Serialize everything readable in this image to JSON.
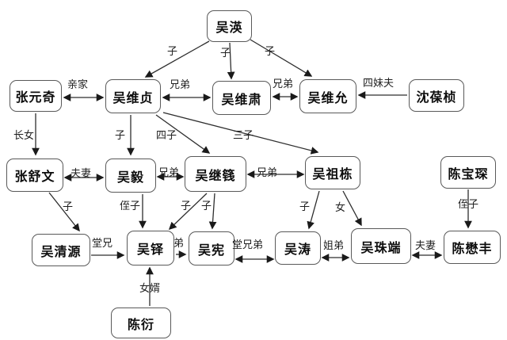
{
  "diagram": {
    "type": "family-tree",
    "background_color": "#ffffff",
    "box_border_color": "#595959",
    "line_color": "#2e2e2e",
    "text_color": "#0d0d0d"
  },
  "nodes": [
    {
      "id": "wu-ying",
      "label": "吴渶"
    },
    {
      "id": "zhang-yuanqi",
      "label": "张元奇"
    },
    {
      "id": "wu-weizhen",
      "label": "吴维贞"
    },
    {
      "id": "wu-weisu",
      "label": "吴维肃"
    },
    {
      "id": "wu-weiyun",
      "label": "吴维允"
    },
    {
      "id": "shen-baozhen",
      "label": "沈葆桢"
    },
    {
      "id": "zhang-shuwen",
      "label": "张舒文"
    },
    {
      "id": "wu-yi",
      "label": "吴毅"
    },
    {
      "id": "wu-jijian",
      "label": "吴继篯"
    },
    {
      "id": "wu-zudong",
      "label": "吴祖栋"
    },
    {
      "id": "chen-baochen",
      "label": "陈宝琛"
    },
    {
      "id": "wu-qingyuan",
      "label": "吴清源"
    },
    {
      "id": "wu-duo",
      "label": "吴铎"
    },
    {
      "id": "wu-xian",
      "label": "吴宪"
    },
    {
      "id": "wu-tao",
      "label": "吴涛"
    },
    {
      "id": "wu-zhuduan",
      "label": "吴珠端"
    },
    {
      "id": "chen-maofeng",
      "label": "陈懋丰"
    },
    {
      "id": "chen-yan",
      "label": "陈衍"
    }
  ],
  "edges": [
    {
      "id": "ying-weizhen",
      "from": "wu-ying",
      "to": "wu-weizhen",
      "label": "子",
      "arrow": "end"
    },
    {
      "id": "ying-weisu",
      "from": "wu-ying",
      "to": "wu-weisu",
      "label": "子",
      "arrow": "end"
    },
    {
      "id": "ying-weiyun",
      "from": "wu-ying",
      "to": "wu-weiyun",
      "label": "子",
      "arrow": "end"
    },
    {
      "id": "yuanqi-weizhen",
      "from": "zhang-yuanqi",
      "to": "wu-weizhen",
      "label": "亲家",
      "arrow": "both"
    },
    {
      "id": "weizhen-weisu",
      "from": "wu-weizhen",
      "to": "wu-weisu",
      "label": "兄弟",
      "arrow": "both"
    },
    {
      "id": "weisu-weiyun",
      "from": "wu-weisu",
      "to": "wu-weiyun",
      "label": "兄弟",
      "arrow": "both"
    },
    {
      "id": "baozhen-weiyun",
      "from": "shen-baozhen",
      "to": "wu-weiyun",
      "label": "四妹夫",
      "arrow": "end"
    },
    {
      "id": "yuanqi-shuwen",
      "from": "zhang-yuanqi",
      "to": "zhang-shuwen",
      "label": "长女",
      "arrow": "end"
    },
    {
      "id": "weizhen-yi",
      "from": "wu-weizhen",
      "to": "wu-yi",
      "label": "子",
      "arrow": "end"
    },
    {
      "id": "weizhen-jijian",
      "from": "wu-weizhen",
      "to": "wu-jijian",
      "label": "四子",
      "arrow": "end"
    },
    {
      "id": "weizhen-zudong",
      "from": "wu-weizhen",
      "to": "wu-zudong",
      "label": "三子",
      "arrow": "end"
    },
    {
      "id": "shuwen-yi",
      "from": "zhang-shuwen",
      "to": "wu-yi",
      "label": "夫妻",
      "arrow": "both"
    },
    {
      "id": "yi-jijian",
      "from": "wu-yi",
      "to": "wu-jijian",
      "label": "兄弟",
      "arrow": "both"
    },
    {
      "id": "jijian-zudong",
      "from": "wu-jijian",
      "to": "wu-zudong",
      "label": "兄弟",
      "arrow": "both"
    },
    {
      "id": "shuwen-qingyuan",
      "from": "zhang-shuwen",
      "to": "wu-qingyuan",
      "label": "子",
      "arrow": "end"
    },
    {
      "id": "yi-duo",
      "from": "wu-yi",
      "to": "wu-duo",
      "label": "侄子",
      "arrow": "end"
    },
    {
      "id": "jijian-duo",
      "from": "wu-jijian",
      "to": "wu-duo",
      "label": "子",
      "arrow": "end"
    },
    {
      "id": "jijian-xian",
      "from": "wu-jijian",
      "to": "wu-xian",
      "label": "子",
      "arrow": "end"
    },
    {
      "id": "zudong-tao",
      "from": "wu-zudong",
      "to": "wu-tao",
      "label": "子",
      "arrow": "end"
    },
    {
      "id": "zudong-zhuduan",
      "from": "wu-zudong",
      "to": "wu-zhuduan",
      "label": "女",
      "arrow": "end"
    },
    {
      "id": "baochen-maofeng",
      "from": "chen-baochen",
      "to": "chen-maofeng",
      "label": "侄子",
      "arrow": "end"
    },
    {
      "id": "qingyuan-duo",
      "from": "wu-qingyuan",
      "to": "wu-duo",
      "label": "堂兄",
      "arrow": "end"
    },
    {
      "id": "duo-xian",
      "from": "wu-duo",
      "to": "wu-xian",
      "label": "弟",
      "arrow": "end"
    },
    {
      "id": "xian-tao",
      "from": "wu-xian",
      "to": "wu-tao",
      "label": "堂兄弟",
      "arrow": "both"
    },
    {
      "id": "tao-zhuduan",
      "from": "wu-tao",
      "to": "wu-zhuduan",
      "label": "姐弟",
      "arrow": "both"
    },
    {
      "id": "zhuduan-maofeng",
      "from": "wu-zhuduan",
      "to": "chen-maofeng",
      "label": "夫妻",
      "arrow": "both"
    },
    {
      "id": "yan-duo",
      "from": "chen-yan",
      "to": "wu-duo",
      "label": "女婿",
      "arrow": "end"
    }
  ]
}
